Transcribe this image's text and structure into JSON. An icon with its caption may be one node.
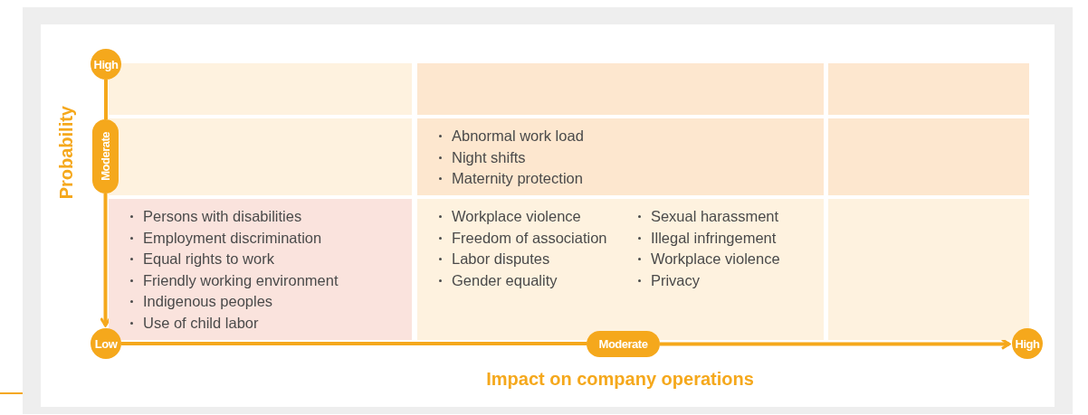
{
  "diagram": {
    "nodes": [
      {
        "text": [
          "High"
        ]
      },
      {
        "text": [],
        "shape": "box"
      },
      {
        "text": [],
        "shape": "box"
      },
      {
        "text": [],
        "shape": "box"
      },
      {
        "text": [
          "Moderate"
        ]
      },
      {
        "text": [],
        "shape": "box"
      },
      {
        "text": [
          "Abnormal work load",
          "Night shifts",
          "Maternity protection"
        ]
      },
      {
        "text": [],
        "shape": "box"
      },
      {
        "text": [
          "Persons with disabilities",
          "Employment discrimination",
          "Equal rights to work",
          "Friendly working environment",
          "Indigenous  peoples",
          "Use of child labor"
        ]
      },
      {
        "text": [
          "Workplace violence",
          "Freedom of association",
          "Labor disputes",
          "Gender equality",
          "Sexual harassment",
          "Illegal infringement",
          "Workplace violence",
          "Privacy"
        ]
      },
      {
        "text": [],
        "shape": "box"
      },
      {
        "text": [
          "Low"
        ]
      },
      {
        "text": [
          "Moderate"
        ]
      },
      {
        "text": [
          "High"
        ]
      }
    ],
    "edges": [
      {
        "from": 0,
        "to": 4,
        "arrow": "none"
      },
      {
        "from": 4,
        "to": 11,
        "arrow": "to"
      },
      {
        "from": 11,
        "to": 12,
        "arrow": "none"
      },
      {
        "from": 12,
        "to": 13,
        "arrow": "to"
      }
    ],
    "labels": [
      "Probability",
      "Impact on company operations"
    ]
  }
}
